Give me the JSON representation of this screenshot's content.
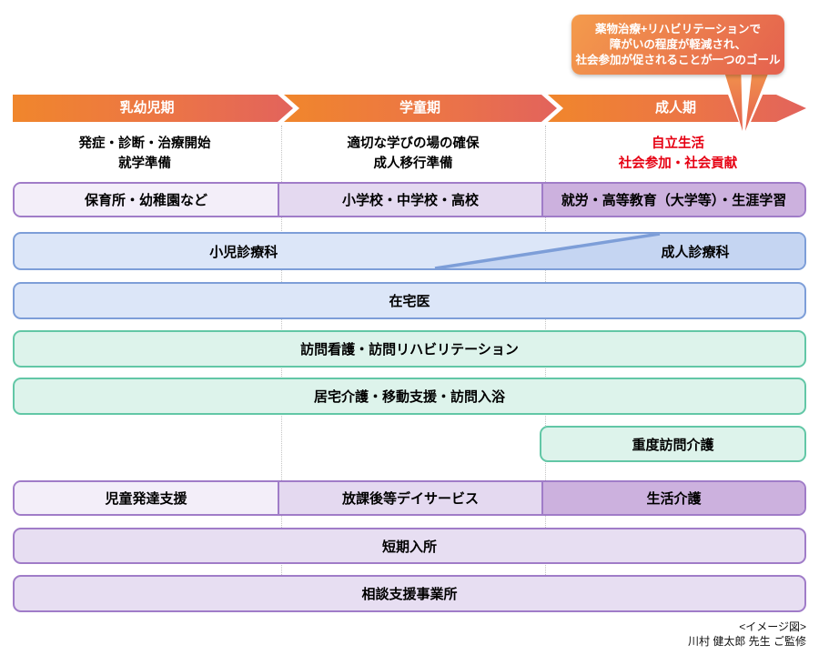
{
  "colors": {
    "c-band-start": "#F0862C",
    "c-band-mid": "#EC7546",
    "c-band-end": "#E2635C",
    "c-callout-start": "#F49B4C",
    "c-callout-end": "#E4614F",
    "c-purple-border": "#A07CC8",
    "c-purple-light": "#F3EEF9",
    "c-purple-mid": "#E4D9F0",
    "c-purple-dark": "#CCB1DE",
    "c-purple-row": "#E7DEF2",
    "c-blue-border": "#7D9ED8",
    "c-blue-light": "#DCE6F8",
    "c-blue-dark": "#C5D5F2",
    "c-green-border": "#62C7A6",
    "c-green-fill": "#DDF3EB",
    "c-red-text": "#E60012",
    "c-dotline": "#C4C4C4",
    "c-text": "#000000"
  },
  "callout": {
    "lines": [
      "薬物治療+リハビリテーションで",
      "障がいの程度が軽減され、",
      "社会参加が促されることが一つのゴール"
    ]
  },
  "timeline": {
    "stages": [
      {
        "label": "乳幼児期"
      },
      {
        "label": "学童期"
      },
      {
        "label": "成人期"
      }
    ]
  },
  "descriptions": [
    {
      "lines": [
        "発症・診断・治療開始",
        "就学準備"
      ]
    },
    {
      "lines": [
        "適切な学びの場の確保",
        "成人移行準備"
      ]
    },
    {
      "lines": [
        "自立生活",
        "社会参加・社会貢献"
      ]
    }
  ],
  "rows": {
    "education": {
      "cells": [
        "保育所・幼稚園など",
        "小学校・中学校・高校",
        "就労・高等教育（大学等）・生涯学習"
      ]
    },
    "clinic": {
      "left": "小児診療科",
      "right": "成人診療科"
    },
    "home_doctor": {
      "label": "在宅医"
    },
    "visiting_nursing": {
      "label": "訪問看護・訪問リハビリテーション"
    },
    "home_care": {
      "label": "居宅介護・移動支援・訪問入浴"
    },
    "severe_visiting_care": {
      "label": "重度訪問介護"
    },
    "day_services": {
      "cells": [
        "児童発達支援",
        "放課後等デイサービス",
        "生活介護"
      ]
    },
    "short_stay": {
      "label": "短期入所"
    },
    "consultation": {
      "label": "相談支援事業所"
    }
  },
  "footer": {
    "line1": "<イメージ図>",
    "line2": "川村 健太郎 先生 ご監修"
  }
}
